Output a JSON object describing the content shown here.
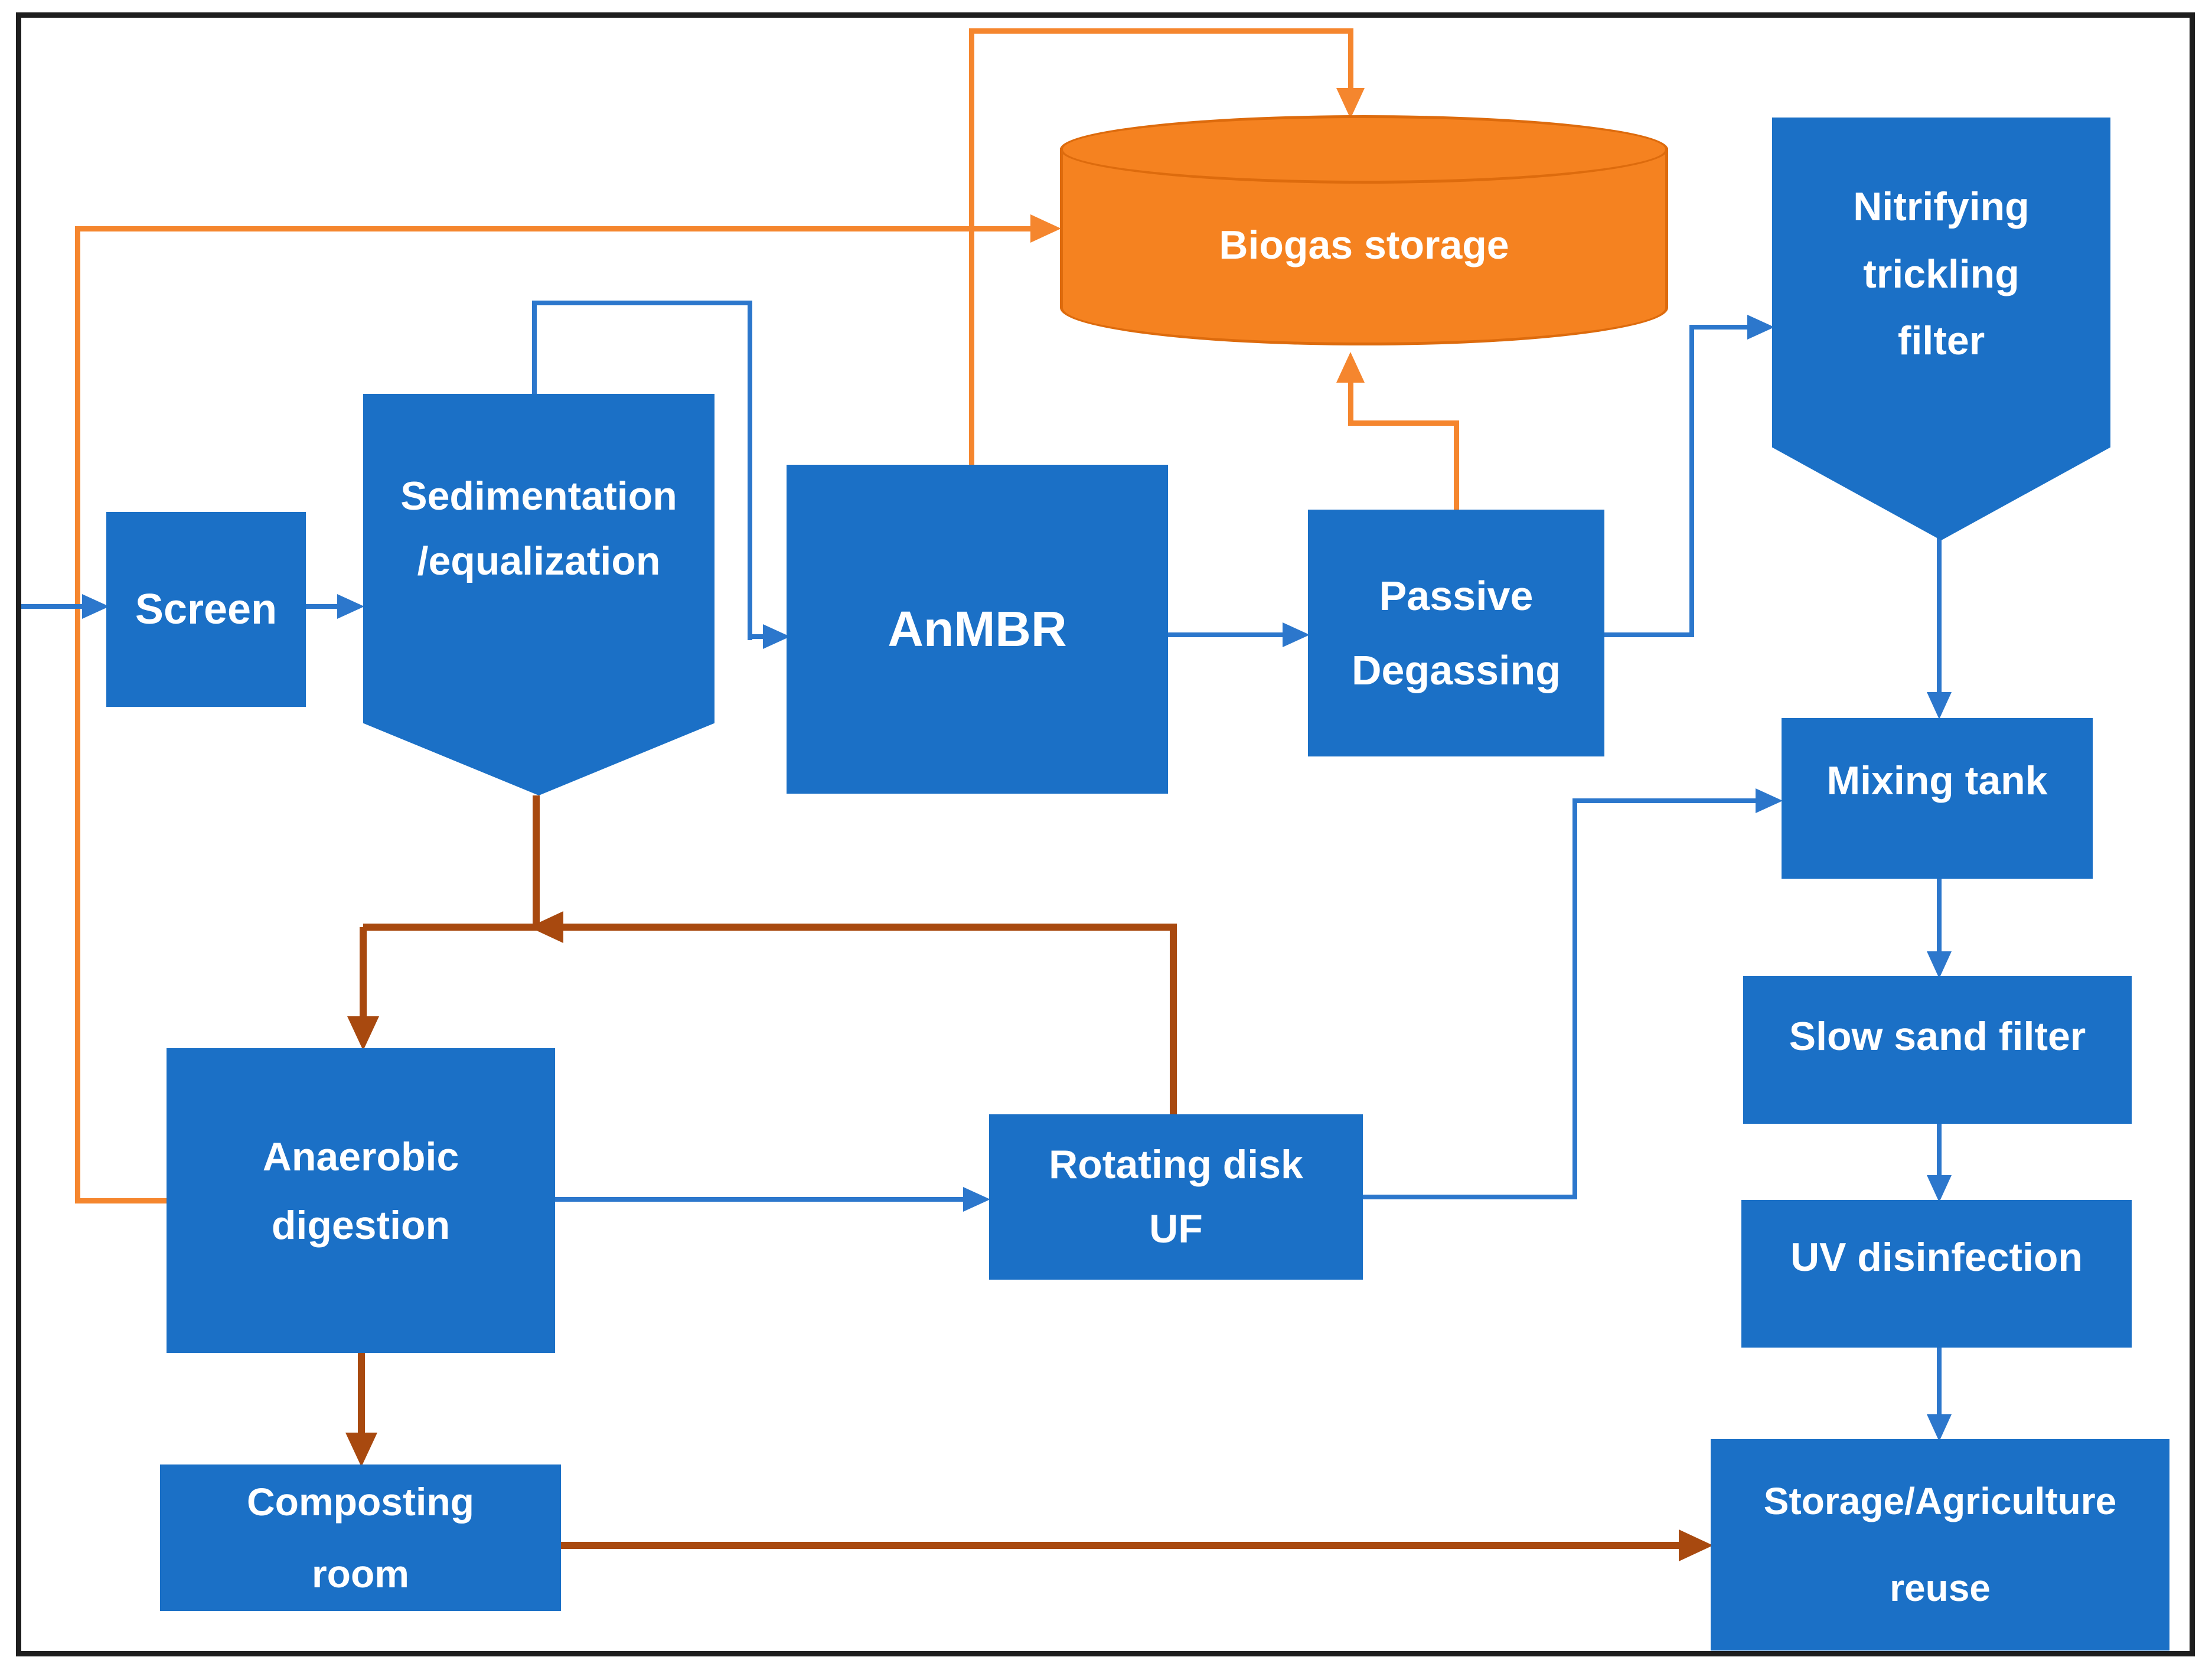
{
  "diagram_title": "Wastewater treatment flow diagram",
  "colors": {
    "background": "#ffffff",
    "border": "#1e1e1e",
    "box_blue": "#1b70c6",
    "line_blue": "#2c77cc",
    "orange": "#f5862e",
    "cylinder_fill": "#f58220",
    "cylinder_stroke": "#dd6b0d",
    "brown": "#a8490f",
    "text": "#ffffff"
  },
  "nodes": {
    "screen": {
      "label": "Screen",
      "shape": "rect"
    },
    "sedimentation": {
      "label": "Sedimentation\n/equalization",
      "shape": "pentagon-down"
    },
    "anmbr": {
      "label": "AnMBR",
      "shape": "rect"
    },
    "passive_degassing": {
      "label": "Passive\nDegassing",
      "shape": "rect"
    },
    "biogas_storage": {
      "label": "Biogas storage",
      "shape": "cylinder"
    },
    "nitrifying_filter": {
      "label": "Nitrifying\ntrickling\nfilter",
      "shape": "pentagon-down"
    },
    "mixing_tank": {
      "label": "Mixing tank",
      "shape": "rect"
    },
    "slow_sand_filter": {
      "label": "Slow sand filter",
      "shape": "rect"
    },
    "uv_disinfection": {
      "label": "UV disinfection",
      "shape": "rect"
    },
    "storage_reuse": {
      "label": "Storage/Agriculture\nreuse",
      "shape": "rect"
    },
    "anaerobic_digestion": {
      "label": "Anaerobic\ndigestion",
      "shape": "rect"
    },
    "rotating_disk_uf": {
      "label": "Rotating disk\nUF",
      "shape": "rect"
    },
    "composting_room": {
      "label": "Composting\nroom",
      "shape": "rect"
    }
  },
  "edges": [
    {
      "from": "inlet",
      "to": "screen",
      "color": "blue"
    },
    {
      "from": "screen",
      "to": "sedimentation",
      "color": "blue"
    },
    {
      "from": "sedimentation",
      "to": "anmbr",
      "color": "blue"
    },
    {
      "from": "anmbr",
      "to": "passive_degassing",
      "color": "blue"
    },
    {
      "from": "passive_degassing",
      "to": "nitrifying_filter",
      "color": "blue"
    },
    {
      "from": "nitrifying_filter",
      "to": "mixing_tank",
      "color": "blue"
    },
    {
      "from": "mixing_tank",
      "to": "slow_sand_filter",
      "color": "blue"
    },
    {
      "from": "slow_sand_filter",
      "to": "uv_disinfection",
      "color": "blue"
    },
    {
      "from": "uv_disinfection",
      "to": "storage_reuse",
      "color": "blue"
    },
    {
      "from": "anaerobic_digestion",
      "to": "rotating_disk_uf",
      "color": "blue"
    },
    {
      "from": "rotating_disk_uf",
      "to": "mixing_tank",
      "color": "blue"
    },
    {
      "from": "anaerobic_digestion",
      "to": "biogas_storage",
      "color": "orange"
    },
    {
      "from": "anmbr",
      "to": "biogas_storage",
      "color": "orange"
    },
    {
      "from": "passive_degassing",
      "to": "biogas_storage",
      "color": "orange"
    },
    {
      "from": "sedimentation",
      "to": "anaerobic_digestion",
      "color": "brown"
    },
    {
      "from": "rotating_disk_uf",
      "to": "anaerobic_digestion",
      "color": "brown"
    },
    {
      "from": "anaerobic_digestion",
      "to": "composting_room",
      "color": "brown"
    },
    {
      "from": "composting_room",
      "to": "storage_reuse",
      "color": "brown"
    }
  ]
}
